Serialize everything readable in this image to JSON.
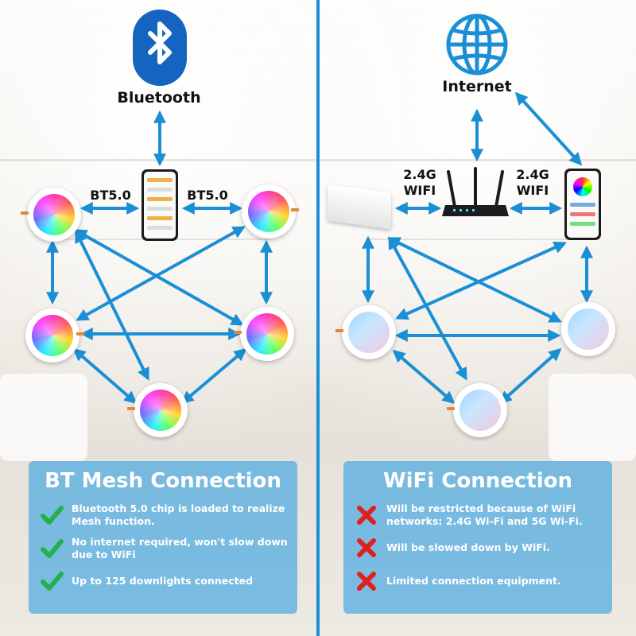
{
  "left": {
    "icon": "bluetooth-icon",
    "source_label": "Bluetooth",
    "link_labels": [
      "BT5.0",
      "BT5.0"
    ],
    "panel": {
      "title": "BT Mesh Connection",
      "items": [
        {
          "icon": "check-icon",
          "text": "Bluetooth 5.0 chip is loaded to realize Mesh function."
        },
        {
          "icon": "check-icon",
          "text": "No internet required,  won't slow down due to WiFi"
        },
        {
          "icon": "check-icon",
          "text": "Up to 125 downlights connected"
        }
      ]
    }
  },
  "right": {
    "icon": "globe-icon",
    "source_label": "Internet",
    "link_labels": [
      "2.4G\nWIFI",
      "2.4G\nWIFI"
    ],
    "panel": {
      "title": "WiFi Connection",
      "items": [
        {
          "icon": "cross-icon",
          "text": "Will be restricted because of WiFi networks: 2.4G Wi-Fi and 5G Wi-Fi."
        },
        {
          "icon": "cross-icon",
          "text": "Will be slowed down by WiFi."
        },
        {
          "icon": "cross-icon",
          "text": "Limited connection equipment."
        }
      ]
    }
  },
  "colors": {
    "arrow": "#1a8fd6",
    "divider": "#1a8fd6",
    "panel": "#4daae1",
    "check": "#22b14c",
    "cross": "#e02020"
  }
}
